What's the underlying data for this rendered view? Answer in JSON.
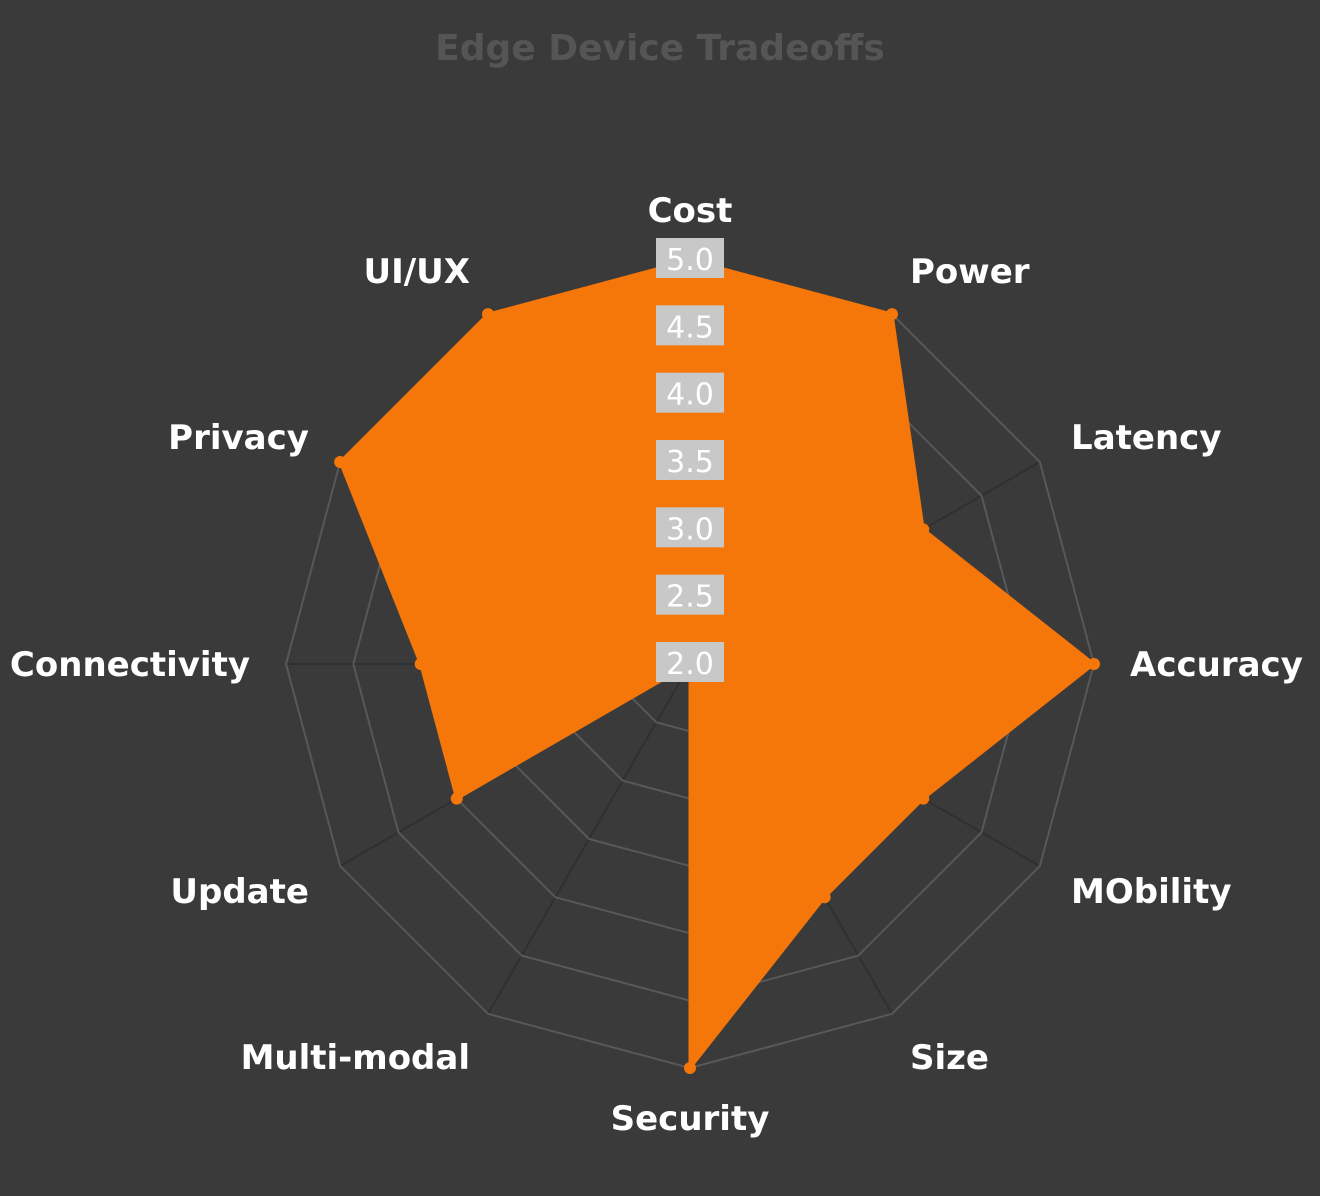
{
  "chart_data": {
    "type": "radar",
    "title": "Edge Device Tradeoffs",
    "categories": [
      "Cost",
      "Power",
      "Latency",
      "Accuracy",
      "MObility",
      "Size",
      "Security",
      "Multi-modal",
      "Update",
      "Connectivity",
      "Privacy",
      "UI/UX"
    ],
    "series": [
      {
        "name": "Edge Device",
        "values": [
          5,
          5,
          4,
          5,
          4,
          4,
          5,
          2,
          4,
          4,
          5,
          5
        ],
        "color": "#f5770a"
      }
    ],
    "rlim": [
      2,
      5
    ],
    "rticks": [
      "2.0",
      "2.5",
      "3.0",
      "3.5",
      "4.0",
      "4.5",
      "5.0"
    ],
    "grid": true,
    "colors": {
      "background": "#3a3a3a",
      "grid": "#585858",
      "angle_lines": "#303030",
      "title": "#555555",
      "tick_backdrop": "#c8c8c8"
    }
  }
}
